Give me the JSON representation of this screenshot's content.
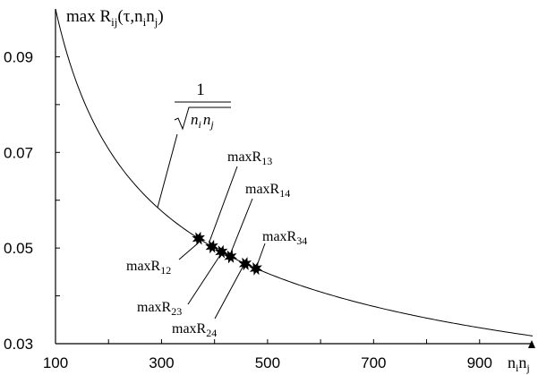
{
  "chart_data": {
    "type": "line",
    "title": "",
    "ylabel": {
      "main": "max R",
      "sub": "ij",
      "paren": "(τ,n",
      "sub2": "i",
      "mid": "n",
      "sub3": "j",
      "close": ")"
    },
    "xlabel": {
      "n1": "n",
      "s1": "i",
      "n2": "n",
      "s2": "j"
    },
    "xlim": [
      100,
      1000
    ],
    "ylim": [
      0.03,
      0.1
    ],
    "x_ticks": [
      100,
      300,
      500,
      700,
      900
    ],
    "x_tick_labels": [
      "100",
      "300",
      "500",
      "700",
      "900"
    ],
    "y_ticks": [
      0.03,
      0.05,
      0.07,
      0.09
    ],
    "y_tick_labels": [
      "0.03",
      "0.05",
      "0.07",
      "0.09"
    ],
    "curve": {
      "formula_numerator": "1",
      "formula_denominator": {
        "n1": "n",
        "s1": "i",
        "n2": "n",
        "s2": "j"
      },
      "x_range": [
        100,
        1000
      ]
    },
    "points": [
      {
        "label_main": "maxR",
        "label_sub": "12",
        "x": 370,
        "y": 0.052
      },
      {
        "label_main": "maxR",
        "label_sub": "13",
        "x": 395,
        "y": 0.0503
      },
      {
        "label_main": "maxR",
        "label_sub": "23",
        "x": 413,
        "y": 0.0492
      },
      {
        "label_main": "maxR",
        "label_sub": "14",
        "x": 430,
        "y": 0.0482
      },
      {
        "label_main": "maxR",
        "label_sub": "24",
        "x": 458,
        "y": 0.0467
      },
      {
        "label_main": "maxR",
        "label_sub": "34",
        "x": 478,
        "y": 0.0457
      }
    ],
    "legend": "none",
    "grid": false
  }
}
